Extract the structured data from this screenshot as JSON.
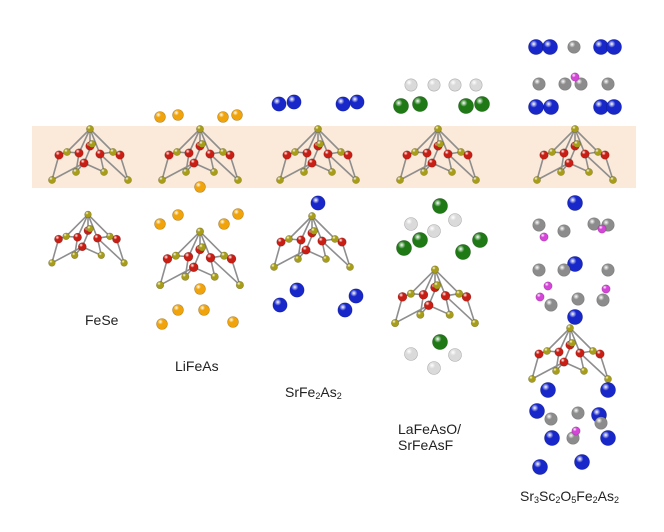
{
  "colors": {
    "band": "#fbe9d9",
    "bond": "#8e8e8e",
    "Fe": "#c81e14",
    "pnictogen": "#a79d18",
    "Li": "#f0a30a",
    "Sr": "#1727c9",
    "La": "#1f7a16",
    "O": "#dadada",
    "Sc": "#8c8c8c",
    "F": "#d445d8"
  },
  "compounds": [
    {
      "label": "FeSe"
    },
    {
      "label": "LiFeAs"
    },
    {
      "label_parts": [
        [
          "SrFe",
          ""
        ],
        [
          "2",
          "sub"
        ],
        [
          "As",
          ""
        ],
        [
          "2",
          "sub"
        ]
      ]
    },
    {
      "label_lines": [
        "LaFeAsO/",
        "SrFeAsF"
      ]
    },
    {
      "label_parts": [
        [
          "Sr",
          ""
        ],
        [
          "3",
          "sub"
        ],
        [
          "Sc",
          ""
        ],
        [
          "2",
          "sub"
        ],
        [
          "O",
          ""
        ],
        [
          "5",
          "sub"
        ],
        [
          "Fe",
          ""
        ],
        [
          "2",
          "sub"
        ],
        [
          "As",
          ""
        ],
        [
          "2",
          "sub"
        ]
      ]
    }
  ]
}
